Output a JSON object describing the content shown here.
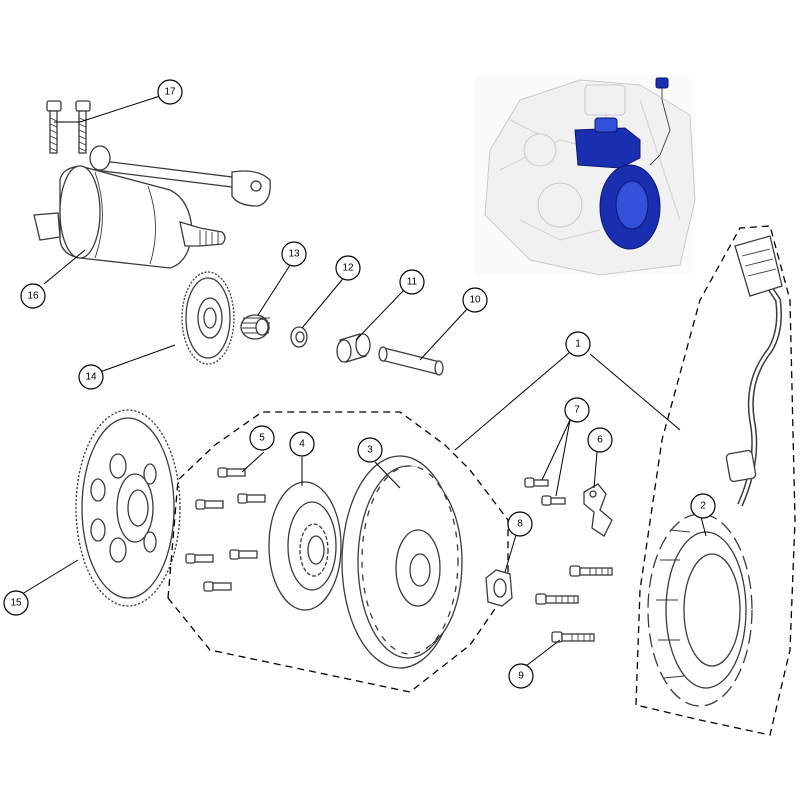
{
  "callouts": [
    {
      "id": "callout-1",
      "number": "1"
    },
    {
      "id": "callout-2",
      "number": "2"
    },
    {
      "id": "callout-3",
      "number": "3"
    },
    {
      "id": "callout-4",
      "number": "4"
    },
    {
      "id": "callout-5",
      "number": "5"
    },
    {
      "id": "callout-6",
      "number": "6"
    },
    {
      "id": "callout-7",
      "number": "7"
    },
    {
      "id": "callout-8",
      "number": "8"
    },
    {
      "id": "callout-9",
      "number": "9"
    },
    {
      "id": "callout-10",
      "number": "10"
    },
    {
      "id": "callout-11",
      "number": "11"
    },
    {
      "id": "callout-12",
      "number": "12"
    },
    {
      "id": "callout-13",
      "number": "13"
    },
    {
      "id": "callout-14",
      "number": "14"
    },
    {
      "id": "callout-15",
      "number": "15"
    },
    {
      "id": "callout-16",
      "number": "16"
    },
    {
      "id": "callout-17",
      "number": "17"
    }
  ],
  "colors": {
    "line": "#000000",
    "highlight": "#1a2fb0",
    "ghost_engine": "#e8e8e8"
  }
}
